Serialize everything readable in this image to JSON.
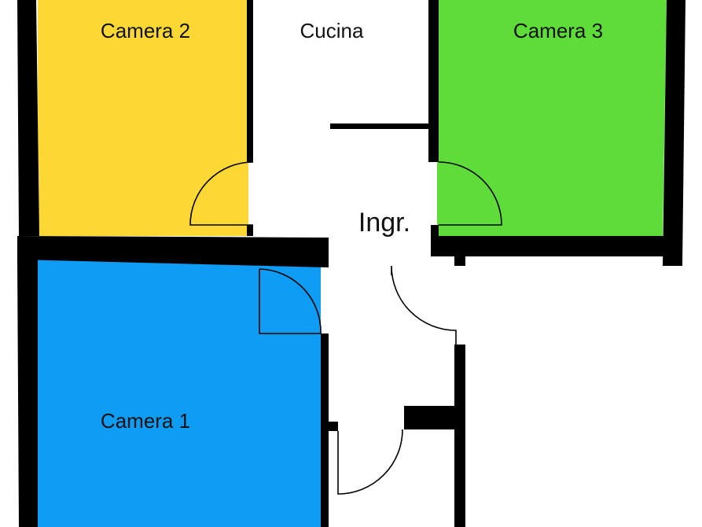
{
  "plan": {
    "rooms": [
      {
        "id": "camera-2",
        "label": "Camera 2",
        "color": "#fdd835"
      },
      {
        "id": "cucina",
        "label": "Cucina",
        "color": "#ffffff"
      },
      {
        "id": "camera-3",
        "label": "Camera 3",
        "color": "#5edc39"
      },
      {
        "id": "ingresso",
        "label": "Ingr.",
        "color": "#ffffff"
      },
      {
        "id": "camera-1",
        "label": "Camera 1",
        "color": "#0f9cf5"
      }
    ],
    "wall_color": "#000000"
  }
}
